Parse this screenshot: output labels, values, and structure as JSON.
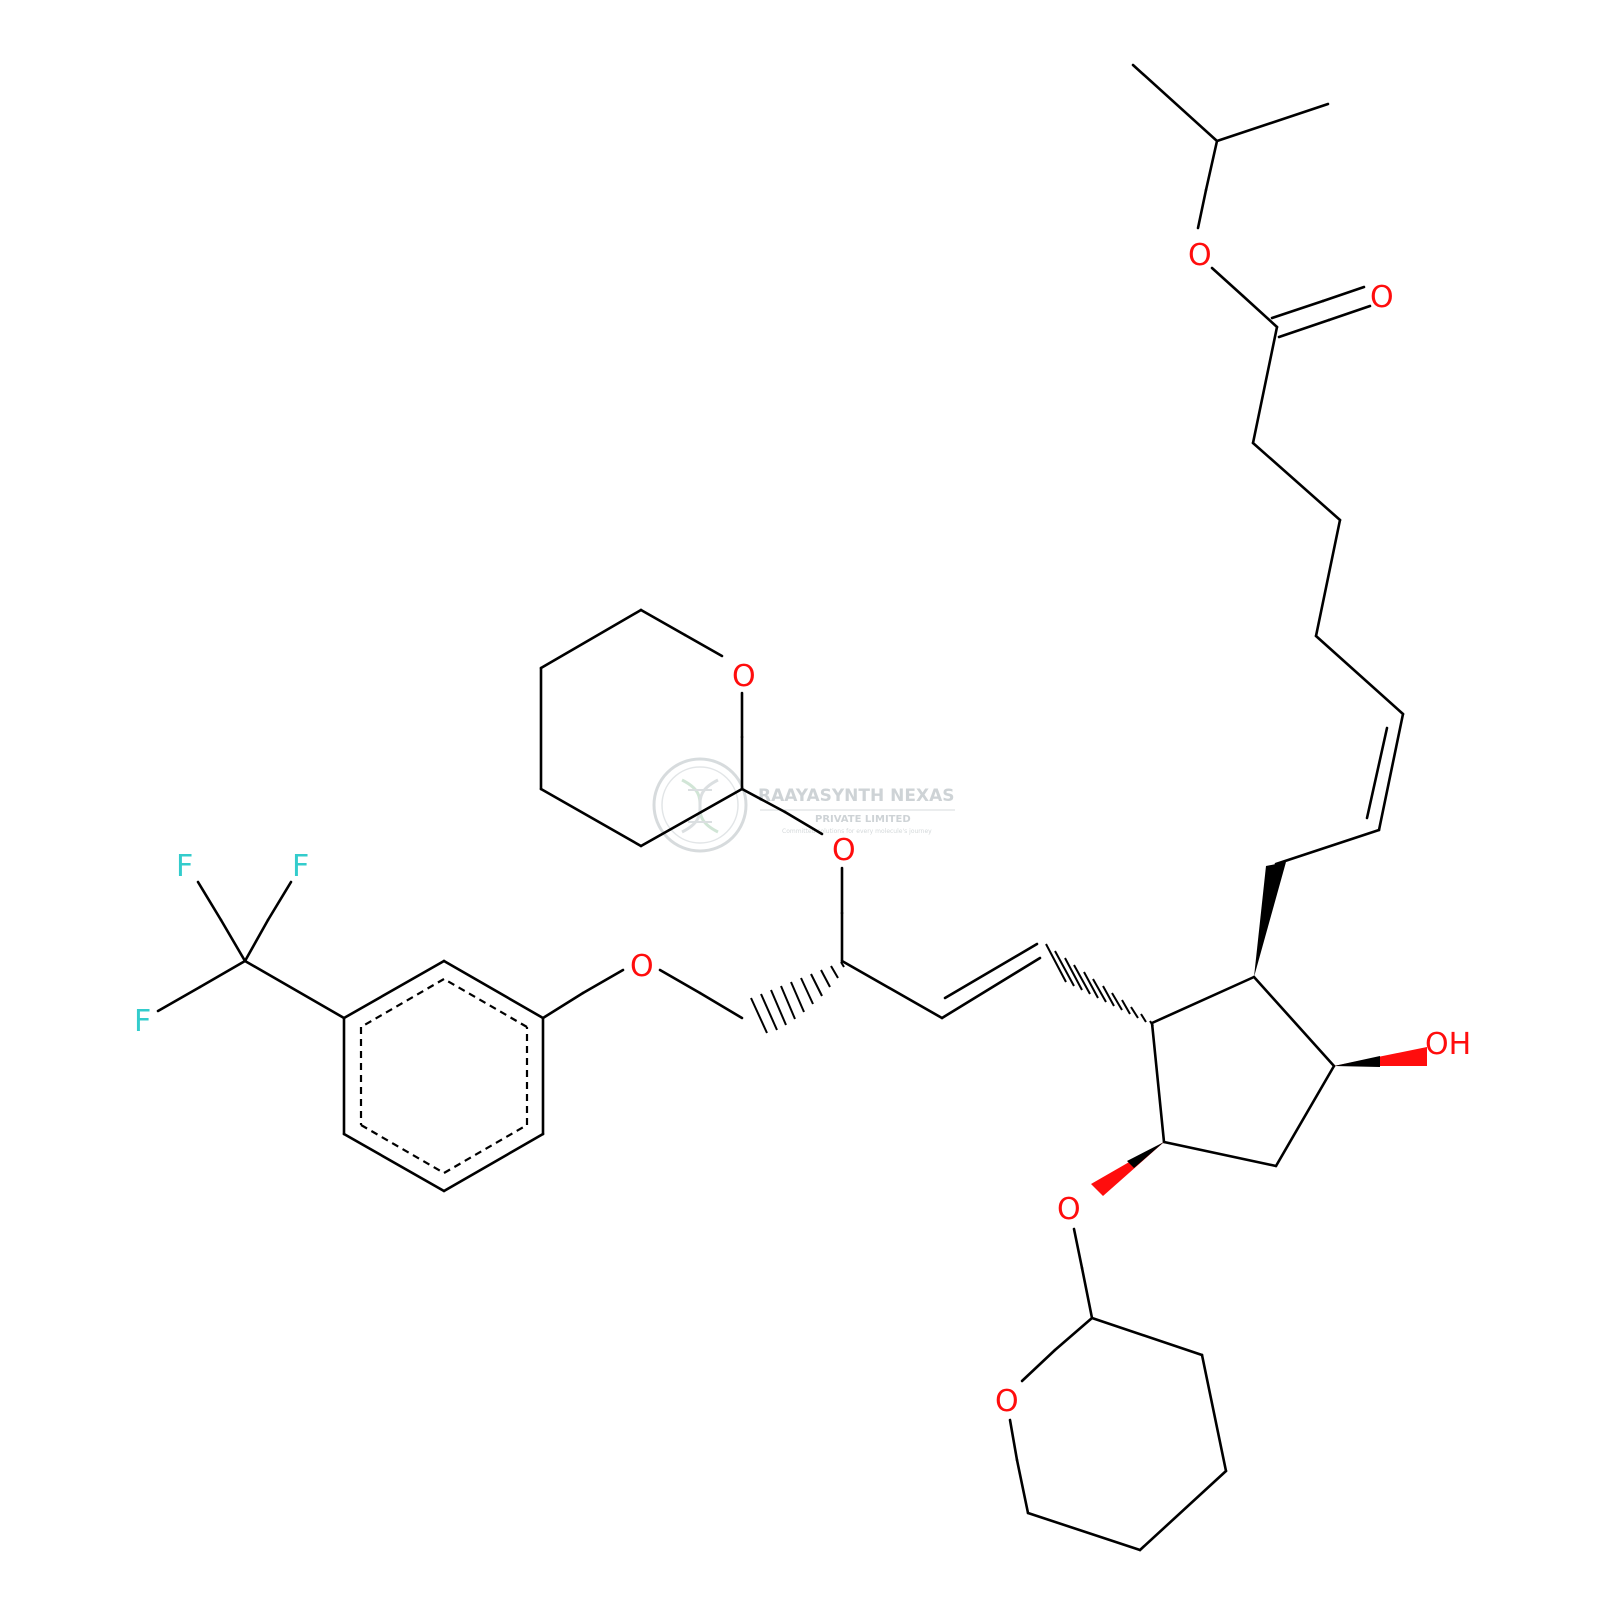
{
  "colors": {
    "bond": "#000000",
    "oxygen": "#ff0d0d",
    "fluorine": "#33cccc",
    "watermark": "#c9cfd2"
  },
  "atoms": {
    "o_ester_single": "O",
    "o_carbonyl": "O",
    "o_hydroxyl": "OH",
    "o_ring_thp_bottom_link": "O",
    "o_ring_thp_bottom": "O",
    "o_thp_top_link": "O",
    "o_ring_thp_top": "O",
    "o_ether": "O",
    "f1": "F",
    "f2": "F",
    "f3": "F"
  },
  "watermark": {
    "title": "RAAYASYNTH NEXAS",
    "subtitle": "PRIVATE LIMITED",
    "tagline": "Committed solutions for every molecule's journey",
    "logo_icon": "dna-logo-icon"
  }
}
